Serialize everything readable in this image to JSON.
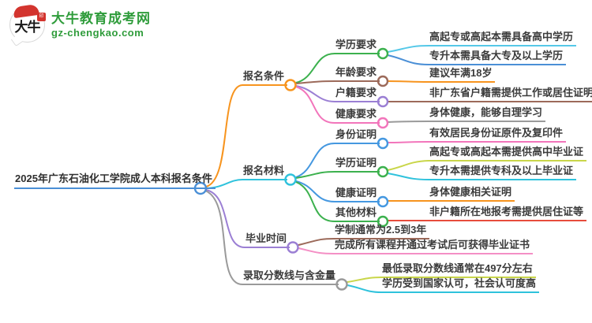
{
  "logo": {
    "brand": "大牛教育成考网",
    "domain": "gz-chengkao.com",
    "mark_text": "大牛",
    "seal_text": "印",
    "brand_color": "#2f9c3b",
    "mark_red": "#d3342e"
  },
  "root": {
    "label": "2025年广东石油化工学院成人本科报名条件",
    "color": "#4a8fd6"
  },
  "branches": [
    {
      "label": "报名条件",
      "color": "#f7941e",
      "children": [
        {
          "label": "学历要求",
          "color": "#3cb14e",
          "children": [
            {
              "label": "高起专或高起本需具备高中学历",
              "color": "#55c8e8"
            },
            {
              "label": "专升本需具备大专及以上学历",
              "color": "#4a8fd6"
            }
          ]
        },
        {
          "label": "年龄要求",
          "color": "#9c6a5a",
          "children": [
            {
              "label": "建议年满18岁",
              "color": "#f7941e"
            }
          ]
        },
        {
          "label": "户籍要求",
          "color": "#9b7fd4",
          "children": [
            {
              "label": "非广东省户籍需提供工作或居住证明",
              "color": "#9c6a5a"
            }
          ]
        },
        {
          "label": "健康要求",
          "color": "#f275bb",
          "children": [
            {
              "label": "身体健康，能够自理学习",
              "color": "#9a9a9a"
            }
          ]
        }
      ]
    },
    {
      "label": "报名材料",
      "color": "#2fc2dc",
      "children": [
        {
          "label": "身份证明",
          "color": "#4598e0",
          "children": [
            {
              "label": "有效居民身份证原件及复印件",
              "color": "#f275bb"
            }
          ]
        },
        {
          "label": "学历证明",
          "color": "#3cb14e",
          "children": [
            {
              "label": "高起专或高起本需提供高中毕业证",
              "color": "#c9d64a"
            },
            {
              "label": "专升本需提供专科及以上毕业证",
              "color": "#2fc2dc"
            }
          ]
        },
        {
          "label": "健康证明",
          "color": "#4598e0",
          "children": [
            {
              "label": "身体健康相关证明",
              "color": "#f7941e"
            }
          ]
        },
        {
          "label": "其他材料",
          "color": "#3cb14e",
          "children": [
            {
              "label": "非户籍所在地报考需提供居住证等",
              "color": "#e74c3c"
            }
          ]
        }
      ]
    },
    {
      "label": "毕业时间",
      "color": "#9b7fd4",
      "children": [
        {
          "label": "学制通常为2.5到3年",
          "color": "#9c6a5a"
        },
        {
          "label": "完成所有课程并通过考试后可获得毕业证书",
          "color": "#f48fc5"
        }
      ]
    },
    {
      "label": "录取分数线与含金量",
      "color": "#9a9a9a",
      "children": [
        {
          "label": "最低录取分数线通常在497分左右",
          "color": "#c9d64a"
        },
        {
          "label": "学历受到国家认可，社会认可度高",
          "color": "#2fc2dc"
        }
      ]
    }
  ]
}
